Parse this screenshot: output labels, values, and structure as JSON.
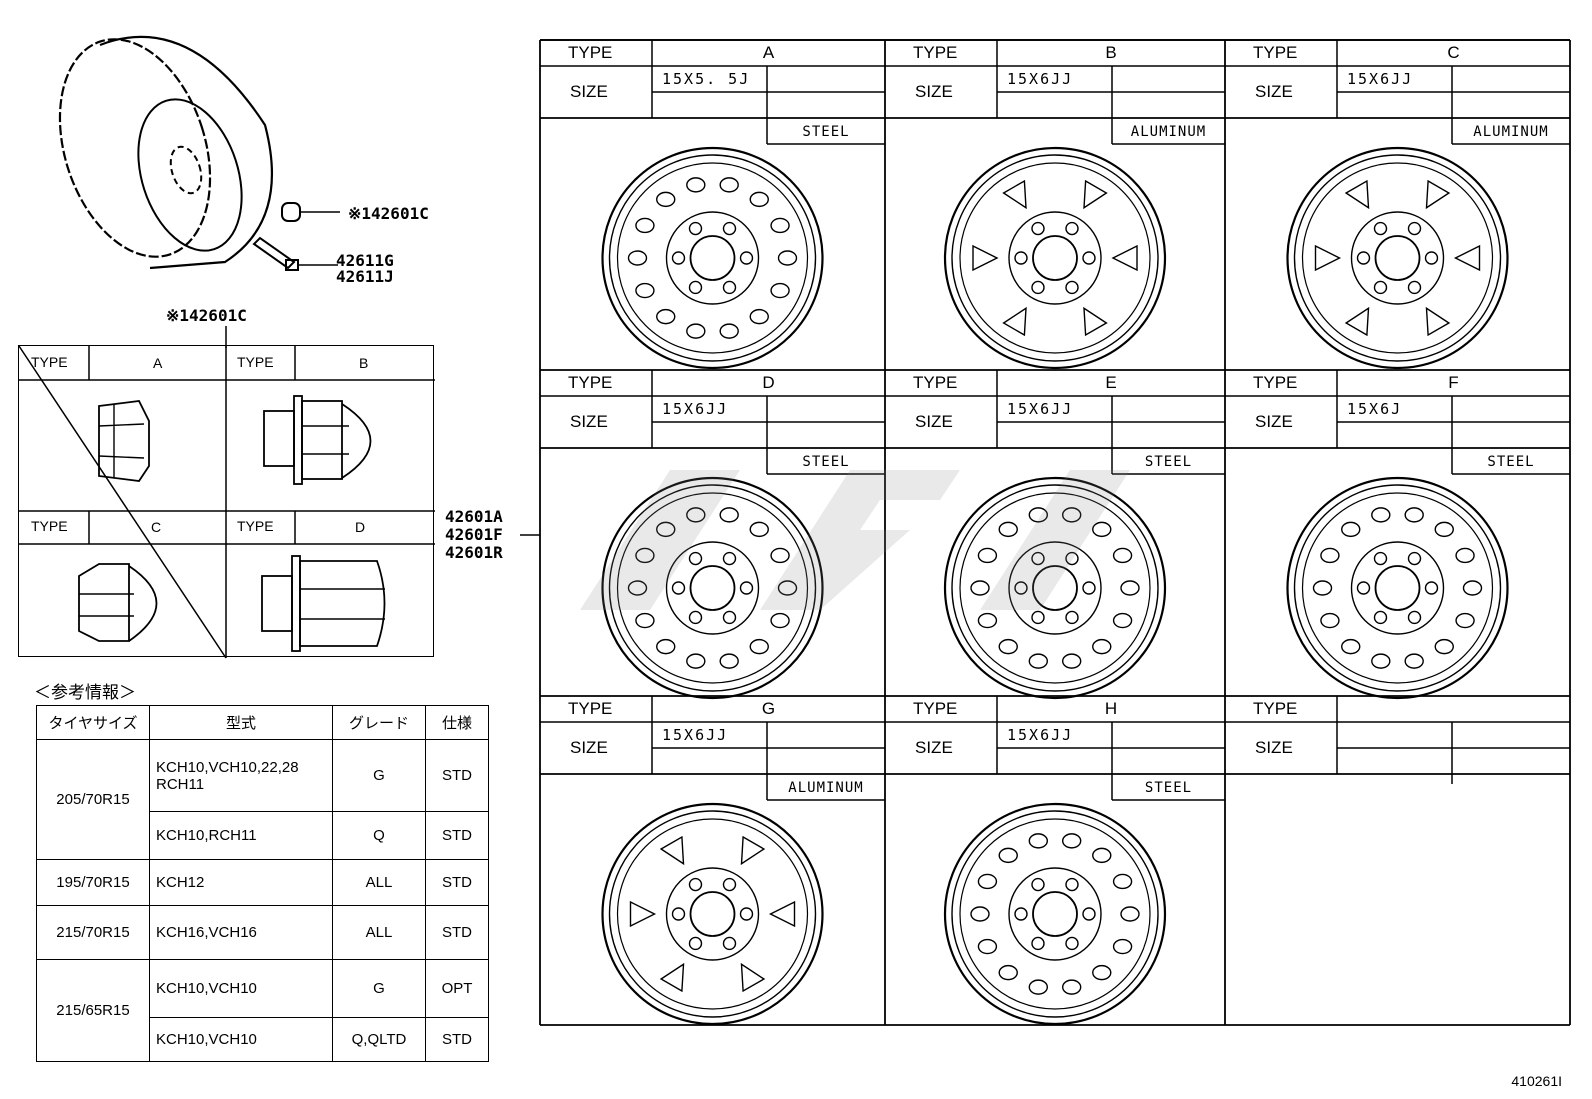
{
  "callouts": {
    "lock": "※142601C",
    "valve_1": "42611G",
    "valve_2": "42611J",
    "nut_ref": "※142601C",
    "wheel_1": "42601A",
    "wheel_2": "42601F",
    "wheel_3": "42601R"
  },
  "nut_table": {
    "type_label": "TYPE",
    "types": [
      "A",
      "B",
      "C",
      "D"
    ]
  },
  "reference": {
    "title": "＜参考情報＞",
    "headers": [
      "タイヤサイズ",
      "型式",
      "グレード",
      "仕様"
    ],
    "rows": [
      {
        "tire": "205/70R15",
        "model": "KCH10,VCH10,22,28\nRCH11",
        "grade": "G",
        "spec": "STD"
      },
      {
        "model": "KCH10,RCH11",
        "grade": "Q",
        "spec": "STD"
      },
      {
        "tire": "195/70R15",
        "model": "KCH12",
        "grade": "ALL",
        "spec": "STD"
      },
      {
        "tire": "215/70R15",
        "model": "KCH16,VCH16",
        "grade": "ALL",
        "spec": "STD"
      },
      {
        "tire": "215/65R15",
        "model": "KCH10,VCH10",
        "grade": "G",
        "spec": "OPT"
      },
      {
        "model": "KCH10,VCH10",
        "grade": "Q,QLTD",
        "spec": "STD"
      }
    ]
  },
  "wheel_grid": {
    "type_label": "TYPE",
    "size_label": "SIZE",
    "wheels": [
      {
        "type": "A",
        "size": "15X5. 5J",
        "material": "STEEL"
      },
      {
        "type": "B",
        "size": "15X6JJ",
        "material": "ALUMINUM"
      },
      {
        "type": "C",
        "size": "15X6JJ",
        "material": "ALUMINUM"
      },
      {
        "type": "D",
        "size": "15X6JJ",
        "material": "STEEL"
      },
      {
        "type": "E",
        "size": "15X6JJ",
        "material": "STEEL"
      },
      {
        "type": "F",
        "size": "15X6J",
        "material": "STEEL"
      },
      {
        "type": "G",
        "size": "15X6JJ",
        "material": "ALUMINUM"
      },
      {
        "type": "H",
        "size": "15X6JJ",
        "material": "STEEL"
      },
      {
        "type": "",
        "size": "",
        "material": ""
      }
    ]
  },
  "diagram_code": "410261I"
}
